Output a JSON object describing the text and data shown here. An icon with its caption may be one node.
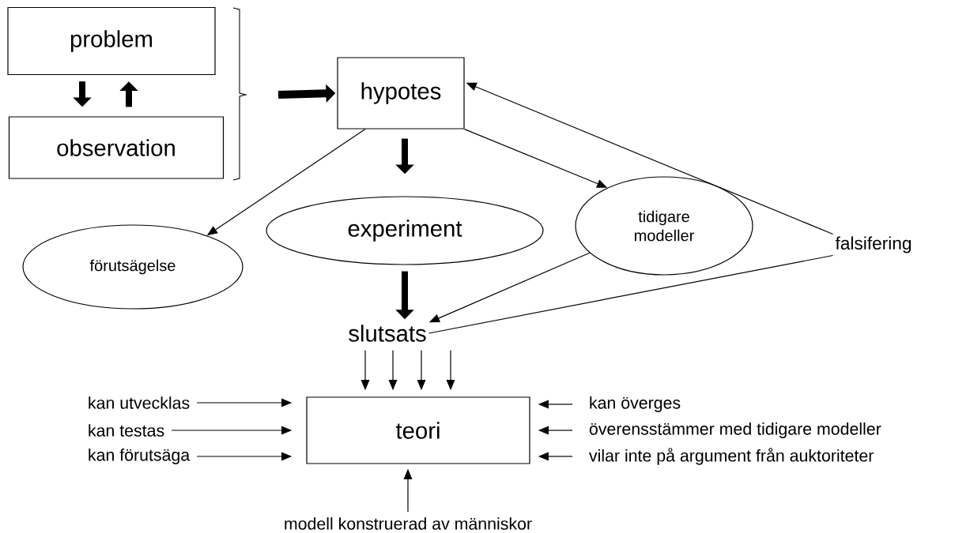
{
  "diagram": {
    "nodes": [
      {
        "text": [
          "problem"
        ]
      },
      {
        "text": [
          "observation"
        ]
      },
      {
        "text": [
          "hypotes"
        ]
      },
      {
        "text": [
          "förutsägelse"
        ]
      },
      {
        "text": [
          "experiment"
        ]
      },
      {
        "text": [
          "tidigare modeller"
        ]
      },
      {
        "text": [
          "falsifering"
        ]
      },
      {
        "text": [
          "slutsats"
        ]
      },
      {
        "text": [
          "teori"
        ]
      },
      {
        "text": [
          "kan utvecklas"
        ]
      },
      {
        "text": [
          "kan testas"
        ]
      },
      {
        "text": [
          "kan förutsäga"
        ]
      },
      {
        "text": [
          "kan överges"
        ]
      },
      {
        "text": [
          "överensstämmer med tidigare modeller"
        ]
      },
      {
        "text": [
          "vilar inte på argument från auktoriteter"
        ]
      },
      {
        "text": [
          "modell konstruerad av människor"
        ]
      }
    ],
    "edges": [
      {
        "from": 0,
        "to": 1,
        "arrow": "to",
        "style": "thick"
      },
      {
        "from": 1,
        "to": 0,
        "arrow": "to",
        "style": "thick"
      },
      {
        "from": null,
        "to": 2,
        "arrow": "to",
        "style": "thick"
      },
      {
        "from": 2,
        "to": 4,
        "arrow": "to",
        "style": "thick"
      },
      {
        "from": 2,
        "to": 3,
        "arrow": "to"
      },
      {
        "from": 2,
        "to": 5,
        "arrow": "to"
      },
      {
        "from": 6,
        "to": 2,
        "arrow": "to"
      },
      {
        "from": 4,
        "to": 7,
        "arrow": "to",
        "style": "thick"
      },
      {
        "from": 5,
        "to": 7,
        "arrow": "to"
      },
      {
        "from": 6,
        "to": 7,
        "arrow": "none"
      },
      {
        "from": 7,
        "to": 8,
        "arrow": "to"
      },
      {
        "from": 7,
        "to": 8,
        "arrow": "to"
      },
      {
        "from": 7,
        "to": 8,
        "arrow": "to"
      },
      {
        "from": 7,
        "to": 8,
        "arrow": "to"
      },
      {
        "from": 9,
        "to": 8,
        "arrow": "to"
      },
      {
        "from": 10,
        "to": 8,
        "arrow": "to"
      },
      {
        "from": 11,
        "to": 8,
        "arrow": "to"
      },
      {
        "from": 12,
        "to": 8,
        "arrow": "to"
      },
      {
        "from": 13,
        "to": 8,
        "arrow": "to"
      },
      {
        "from": 14,
        "to": 8,
        "arrow": "to"
      },
      {
        "from": 15,
        "to": 8,
        "arrow": "to"
      }
    ]
  }
}
